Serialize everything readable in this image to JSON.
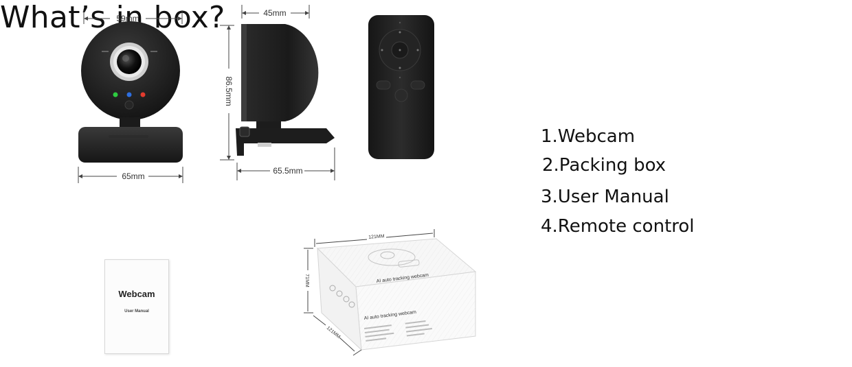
{
  "heading": "What’s in box?",
  "items": [
    "1.Webcam",
    "2.Packing box",
    "3.User Manual",
    "4.Remote control"
  ],
  "dimensions": {
    "front_width_top": "59mm",
    "front_width_bottom": "65mm",
    "side_depth_top": "45mm",
    "side_height": "86.5mm",
    "side_depth_bottom": "65.5mm",
    "box_width": "121MM",
    "box_height": "71MM",
    "box_depth": "121MM"
  },
  "manual": {
    "title": "Webcam",
    "subtitle": "User Manual"
  },
  "box_printing": {
    "top_text": "AI auto tracking webcam",
    "side_text": "AI auto tracking webcam"
  }
}
